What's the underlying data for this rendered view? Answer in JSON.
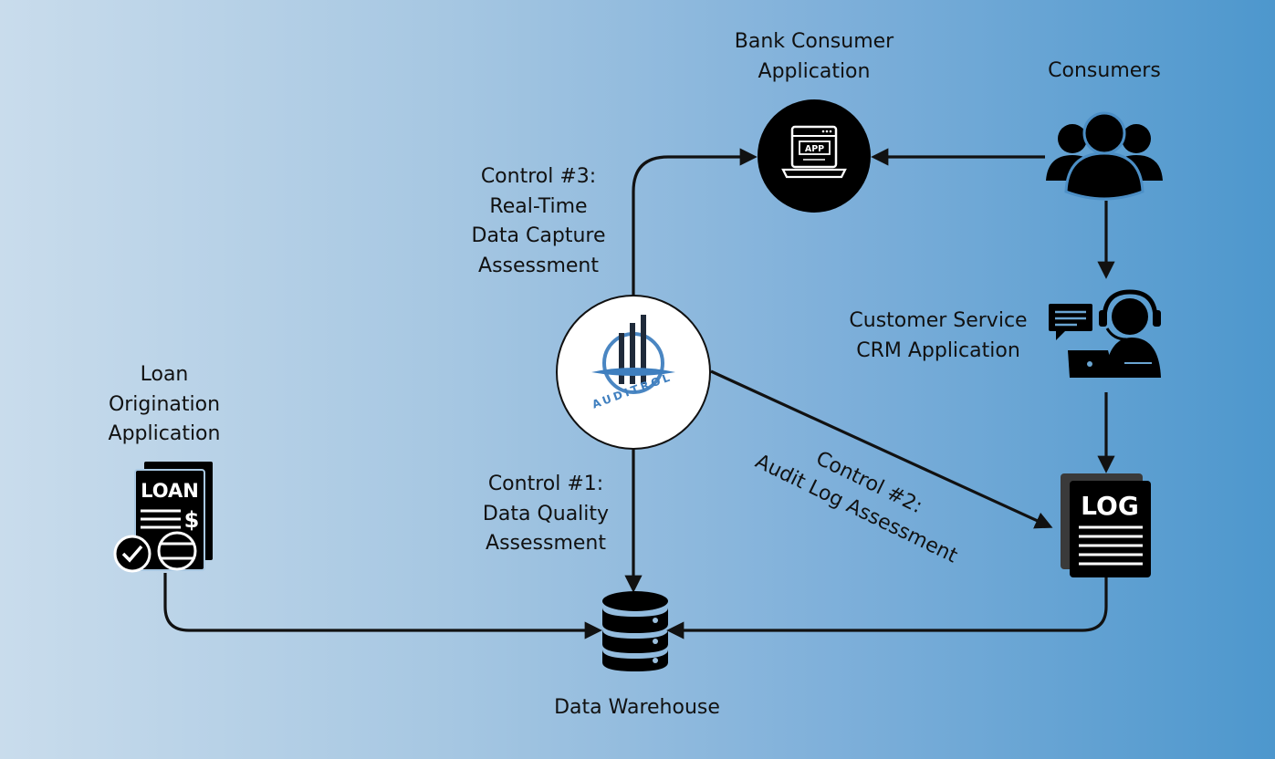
{
  "nodes": {
    "bank_app": {
      "label_line1": "Bank Consumer",
      "label_line2": "Application",
      "icon_text": "APP"
    },
    "consumers": {
      "label": "Consumers"
    },
    "crm": {
      "label_line1": "Customer Service",
      "label_line2": "CRM Application"
    },
    "loan": {
      "label_line1": "Loan",
      "label_line2": "Origination",
      "label_line3": "Application",
      "icon_text": "LOAN",
      "icon_symbol": "$"
    },
    "log": {
      "icon_text": "LOG"
    },
    "warehouse": {
      "label": "Data Warehouse"
    },
    "auditrol": {
      "logo_text": "AUDITROL"
    }
  },
  "controls": {
    "c1": {
      "line1": "Control #1:",
      "line2": "Data Quality",
      "line3": "Assessment"
    },
    "c2": {
      "line1": "Control #2:",
      "line2": "Audit Log Assessment"
    },
    "c3": {
      "line1": "Control #3:",
      "line2": "Real-Time",
      "line3": "Data Capture",
      "line4": "Assessment"
    }
  },
  "colors": {
    "background_left": "#c9dcec",
    "background_right": "#4d97cd",
    "ink": "#111111",
    "logo_blue": "#3f7fbf"
  },
  "icons": [
    "app-laptop-icon",
    "consumers-group-icon",
    "customer-service-agent-icon",
    "loan-document-icon",
    "log-document-icon",
    "database-icon",
    "auditrol-logo"
  ]
}
